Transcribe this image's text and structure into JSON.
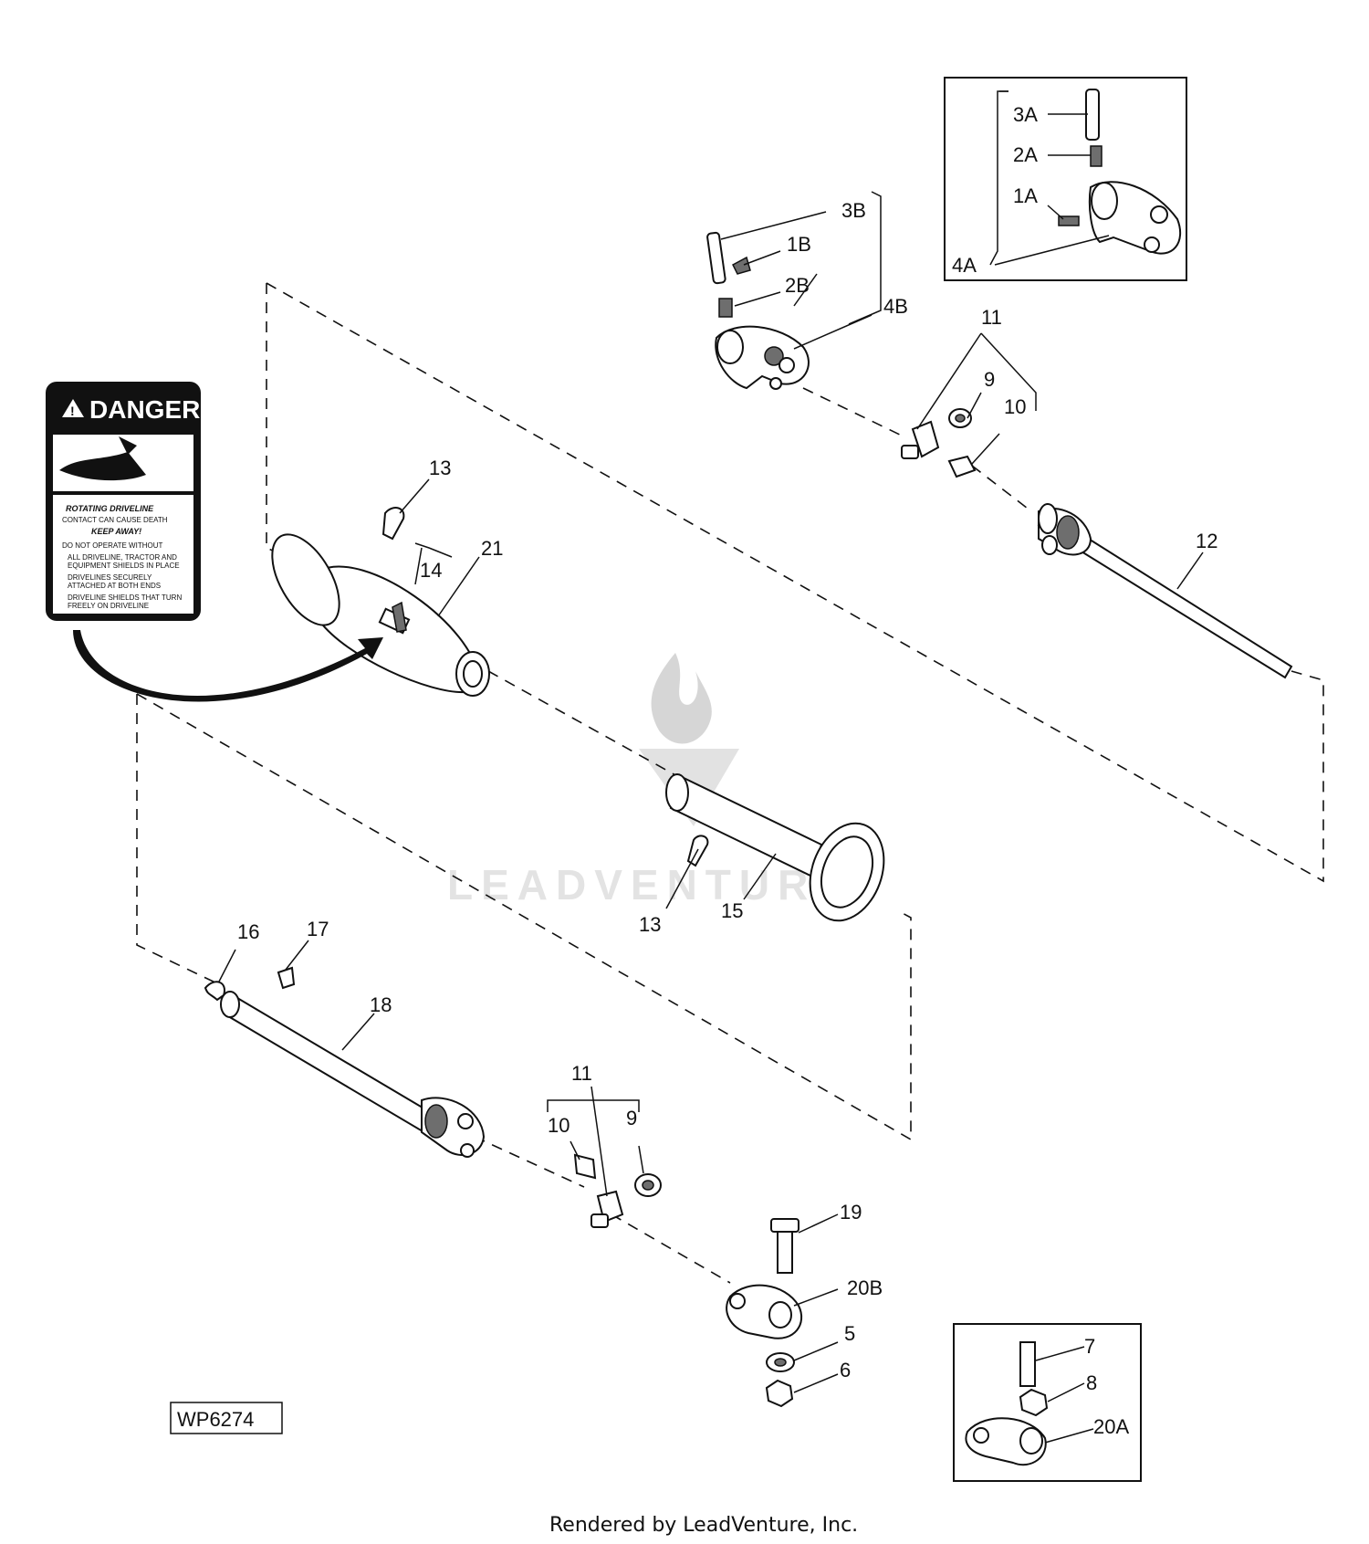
{
  "figure_ref": "WP6274",
  "footer": "Rendered by LeadVenture, Inc.",
  "watermark": "LEADVENTURE",
  "danger_label": {
    "title": "DANGER",
    "line1": "ROTATING DRIVELINE",
    "line2": "CONTACT CAN CAUSE DEATH",
    "line3": "KEEP AWAY!",
    "line4": "DO NOT OPERATE WITHOUT",
    "bullet1a": "ALL DRIVELINE, TRACTOR AND",
    "bullet1b": "EQUIPMENT SHIELDS IN PLACE",
    "bullet2a": "DRIVELINES SECURELY",
    "bullet2b": "ATTACHED AT BOTH ENDS",
    "bullet3a": "DRIVELINE SHIELDS THAT TURN",
    "bullet3b": "FREELY ON DRIVELINE"
  },
  "callouts": {
    "c3A": "3A",
    "c2A": "2A",
    "c1A": "1A",
    "c4A": "4A",
    "c3B": "3B",
    "c1B": "1B",
    "c2B": "2B",
    "c4B": "4B",
    "c11a": "11",
    "c9a": "9",
    "c10a": "10",
    "c12": "12",
    "c13a": "13",
    "c14": "14",
    "c21": "21",
    "c13b": "13",
    "c15": "15",
    "c16": "16",
    "c17": "17",
    "c18": "18",
    "c11b": "11",
    "c10b": "10",
    "c9b": "9",
    "c19": "19",
    "c20B": "20B",
    "c5": "5",
    "c6": "6",
    "c7": "7",
    "c8": "8",
    "c20A": "20A"
  }
}
